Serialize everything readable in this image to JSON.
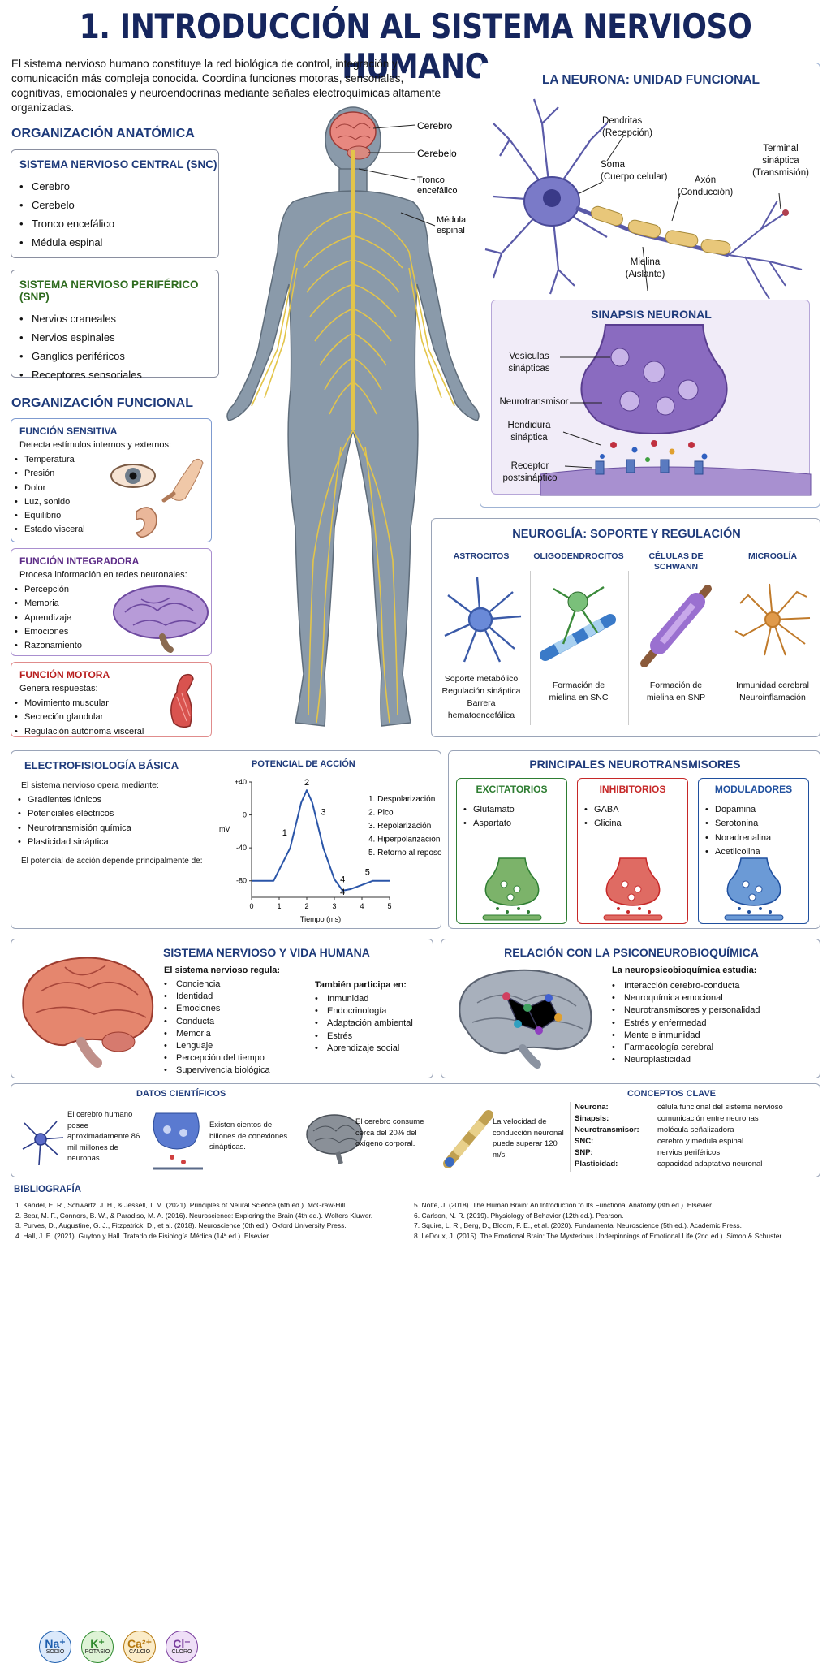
{
  "title": "1. INTRODUCCIÓN AL SISTEMA NERVIOSO HUMANO",
  "intro": "El sistema nervioso humano constituye la red biológica de control, integración y comunicación más compleja conocida. Coordina funciones motoras, sensoriales, cognitivas, emocionales y neuroendocrinas mediante señales electroquímicas altamente organizadas.",
  "anat": {
    "heading": "ORGANIZACIÓN ANATÓMICA",
    "snc": {
      "title": "SISTEMA NERVIOSO CENTRAL (SNC)",
      "items": [
        "Cerebro",
        "Cerebelo",
        "Tronco encefálico",
        "Médula espinal"
      ]
    },
    "snp": {
      "title": "SISTEMA NERVIOSO PERIFÉRICO (SNP)",
      "items": [
        "Nervios craneales",
        "Nervios espinales",
        "Ganglios periféricos",
        "Receptores sensoriales"
      ]
    }
  },
  "body_labels": [
    "Cerebro",
    "Cerebelo",
    "Tronco encefálico",
    "Médula espinal"
  ],
  "func": {
    "heading": "ORGANIZACIÓN FUNCIONAL",
    "sens": {
      "title": "FUNCIÓN SENSITIVA",
      "sub": "Detecta estímulos internos y externos:",
      "items": [
        "Temperatura",
        "Presión",
        "Dolor",
        "Luz, sonido",
        "Equilibrio",
        "Estado visceral"
      ]
    },
    "integ": {
      "title": "FUNCIÓN INTEGRADORA",
      "sub": "Procesa información en redes neuronales:",
      "items": [
        "Percepción",
        "Memoria",
        "Aprendizaje",
        "Emociones",
        "Razonamiento"
      ]
    },
    "motor": {
      "title": "FUNCIÓN MOTORA",
      "sub": "Genera respuestas:",
      "items": [
        "Movimiento muscular",
        "Secreción glandular",
        "Regulación autónoma visceral"
      ]
    }
  },
  "neuron": {
    "title": "LA NEURONA: UNIDAD FUNCIONAL",
    "dendritas": "Dendritas\n(Recepción)",
    "soma": "Soma\n(Cuerpo celular)",
    "axon": "Axón\n(Conducción)",
    "terminal": "Terminal\nsináptica\n(Transmisión)",
    "mielina": "Mielina\n(Aislante)"
  },
  "synapse": {
    "title": "SINAPSIS NEURONAL",
    "vesiculas": "Vesículas\nsinápticas",
    "neurotransmisor": "Neurotransmisor",
    "hendidura": "Hendidura\nsináptica",
    "receptor": "Receptor\npostsináptico"
  },
  "glia": {
    "title": "NEUROGLÍA: SOPORTE Y REGULACIÓN",
    "cells": [
      {
        "name": "ASTROCITOS",
        "desc": "Soporte metabólico\nRegulación sináptica\nBarrera\nhematoencefálica"
      },
      {
        "name": "OLIGODENDROCITOS",
        "desc": "Formación de\nmielina en SNC"
      },
      {
        "name": "CÉLULAS DE\nSCHWANN",
        "desc": "Formación de\nmielina en SNP"
      },
      {
        "name": "MICROGLÍA",
        "desc": "Inmunidad cerebral\nNeuroinflamación"
      }
    ]
  },
  "electro": {
    "title": "ELECTROFISIOLOGÍA BÁSICA",
    "sub": "El sistema nervioso opera mediante:",
    "items": [
      "Gradientes iónicos",
      "Potenciales eléctricos",
      "Neurotransmisión química",
      "Plasticidad sináptica"
    ],
    "depends": "El potencial de acción depende principalmente de:",
    "ions": [
      {
        "sym": "Na⁺",
        "name": "SODIO",
        "color": "#1f5fae",
        "bg": "#dbe9fb"
      },
      {
        "sym": "K⁺",
        "name": "POTASIO",
        "color": "#2f8a2f",
        "bg": "#def3d6"
      },
      {
        "sym": "Ca²⁺",
        "name": "CALCIO",
        "color": "#b5780f",
        "bg": "#fbecc8"
      },
      {
        "sym": "Cl⁻",
        "name": "CLORO",
        "color": "#7a3e9e",
        "bg": "#efdff7"
      }
    ]
  },
  "chart_data": {
    "type": "line",
    "title": "POTENCIAL DE ACCIÓN",
    "xlabel": "Tiempo (ms)",
    "ylabel": "mV",
    "xlim": [
      0,
      5
    ],
    "ylim": [
      -100,
      40
    ],
    "xticks": [
      "0",
      "1",
      "2",
      "3",
      "4",
      "5"
    ],
    "yticks": [
      "+40",
      "0",
      "-40",
      "-80"
    ],
    "x": [
      0,
      0.8,
      1.4,
      1.8,
      2.0,
      2.2,
      2.6,
      3.0,
      3.3,
      3.6,
      4.0,
      4.4,
      5.0
    ],
    "y": [
      -80,
      -80,
      -40,
      15,
      30,
      15,
      -40,
      -78,
      -92,
      -90,
      -85,
      -80,
      -80
    ],
    "phase_marks": [
      {
        "n": "1",
        "x": 1.2,
        "y": -25
      },
      {
        "n": "2",
        "x": 2,
        "y": 36
      },
      {
        "n": "3",
        "x": 2.6,
        "y": 0
      },
      {
        "n": "4",
        "x": 3.3,
        "y": -82
      },
      {
        "n": "4",
        "x": 3.3,
        "y": -97
      },
      {
        "n": "5",
        "x": 4.2,
        "y": -73
      }
    ],
    "legend": [
      "1. Despolarización",
      "2. Pico",
      "3. Repolarización",
      "4. Hiperpolarización",
      "5. Retorno al reposo"
    ]
  },
  "nt": {
    "title": "PRINCIPALES NEUROTRANSMISORES",
    "cols": [
      {
        "name": "EXCITATORIOS",
        "items": [
          "Glutamato",
          "Aspartato"
        ],
        "color": "#2e7d32",
        "fill": "#7cb36a"
      },
      {
        "name": "INHIBITORIOS",
        "items": [
          "GABA",
          "Glicina"
        ],
        "color": "#c62828",
        "fill": "#df6b63"
      },
      {
        "name": "MODULADORES",
        "items": [
          "Dopamina",
          "Serotonina",
          "Noradrenalina",
          "Acetilcolina"
        ],
        "color": "#1f4f9e",
        "fill": "#6b9ad6"
      }
    ]
  },
  "vida": {
    "title": "SISTEMA NERVIOSO Y VIDA HUMANA",
    "sub": "El sistema nervioso regula:",
    "items": [
      "Conciencia",
      "Identidad",
      "Emociones",
      "Conducta",
      "Memoria",
      "Lenguaje",
      "Percepción del tiempo",
      "Supervivencia biológica"
    ],
    "sub2": "También participa en:",
    "items2": [
      "Inmunidad",
      "Endocrinología",
      "Adaptación ambiental",
      "Estrés",
      "Aprendizaje social"
    ]
  },
  "psico": {
    "title": "RELACIÓN CON LA PSICONEUROBIOQUÍMICA",
    "sub": "La neuropsicobioquímica estudia:",
    "items": [
      "Interacción cerebro-conducta",
      "Neuroquímica emocional",
      "Neurotransmisores y personalidad",
      "Estrés y enfermedad",
      "Mente e inmunidad",
      "Farmacología cerebral",
      "Neuroplasticidad"
    ]
  },
  "datos": {
    "title": "DATOS CIENTÍFICOS",
    "facts": [
      "El cerebro humano posee aproximadamente 86 mil millones de neuronas.",
      "Existen cientos de billones de conexiones sinápticas.",
      "El cerebro consume cerca del 20% del oxígeno corporal.",
      "La velocidad de conducción neuronal puede superar 120 m/s."
    ]
  },
  "conceptos": {
    "title": "CONCEPTOS CLAVE",
    "rows": [
      [
        "Neurona:",
        "célula funcional del sistema nervioso"
      ],
      [
        "Sinapsis:",
        "comunicación entre neuronas"
      ],
      [
        "Neurotransmisor:",
        "molécula señalizadora"
      ],
      [
        "SNC:",
        "cerebro y médula espinal"
      ],
      [
        "SNP:",
        "nervios periféricos"
      ],
      [
        "Plasticidad:",
        "capacidad adaptativa neuronal"
      ]
    ]
  },
  "bib": {
    "title": "BIBLIOGRAFÍA",
    "left": [
      "1.   Kandel, E. R., Schwartz, J. H., & Jessell, T. M. (2021). Principles of Neural Science (6th ed.). McGraw-Hill.",
      "2.   Bear, M. F., Connors, B. W., & Paradiso, M. A. (2016). Neuroscience: Exploring the Brain (4th ed.). Wolters Kluwer.",
      "3.   Purves, D., Augustine, G. J., Fitzpatrick, D., et al. (2018). Neuroscience (6th ed.). Oxford University Press.",
      "4.   Hall, J. E. (2021). Guyton y Hall. Tratado de Fisiología Médica (14ª ed.). Elsevier."
    ],
    "right": [
      "5.   Nolte, J. (2018). The Human Brain: An Introduction to Its Functional Anatomy (8th ed.). Elsevier.",
      "6.   Carlson, N. R. (2019). Physiology of Behavior (12th ed.). Pearson.",
      "7.   Squire, L. R., Berg, D., Bloom, F. E., et al. (2020). Fundamental Neuroscience (5th ed.). Academic Press.",
      "8.   LeDoux, J. (2015). The Emotional Brain: The Mysterious Underpinnings of Emotional Life (2nd ed.). Simon & Schuster."
    ]
  }
}
